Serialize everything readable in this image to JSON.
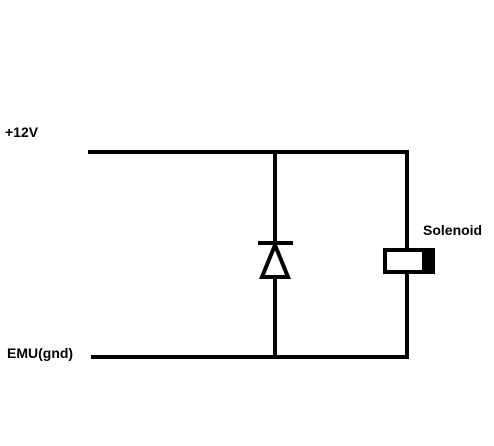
{
  "diagram": {
    "labels": {
      "supply": "+12V",
      "ground": "EMU(gnd)",
      "solenoid": "Solenoid"
    },
    "colors": {
      "wire": "#000000",
      "background": "#ffffff",
      "text": "#000000"
    },
    "components": [
      {
        "kind": "diode",
        "orientation": "cathode-up"
      },
      {
        "kind": "solenoid"
      }
    ]
  }
}
